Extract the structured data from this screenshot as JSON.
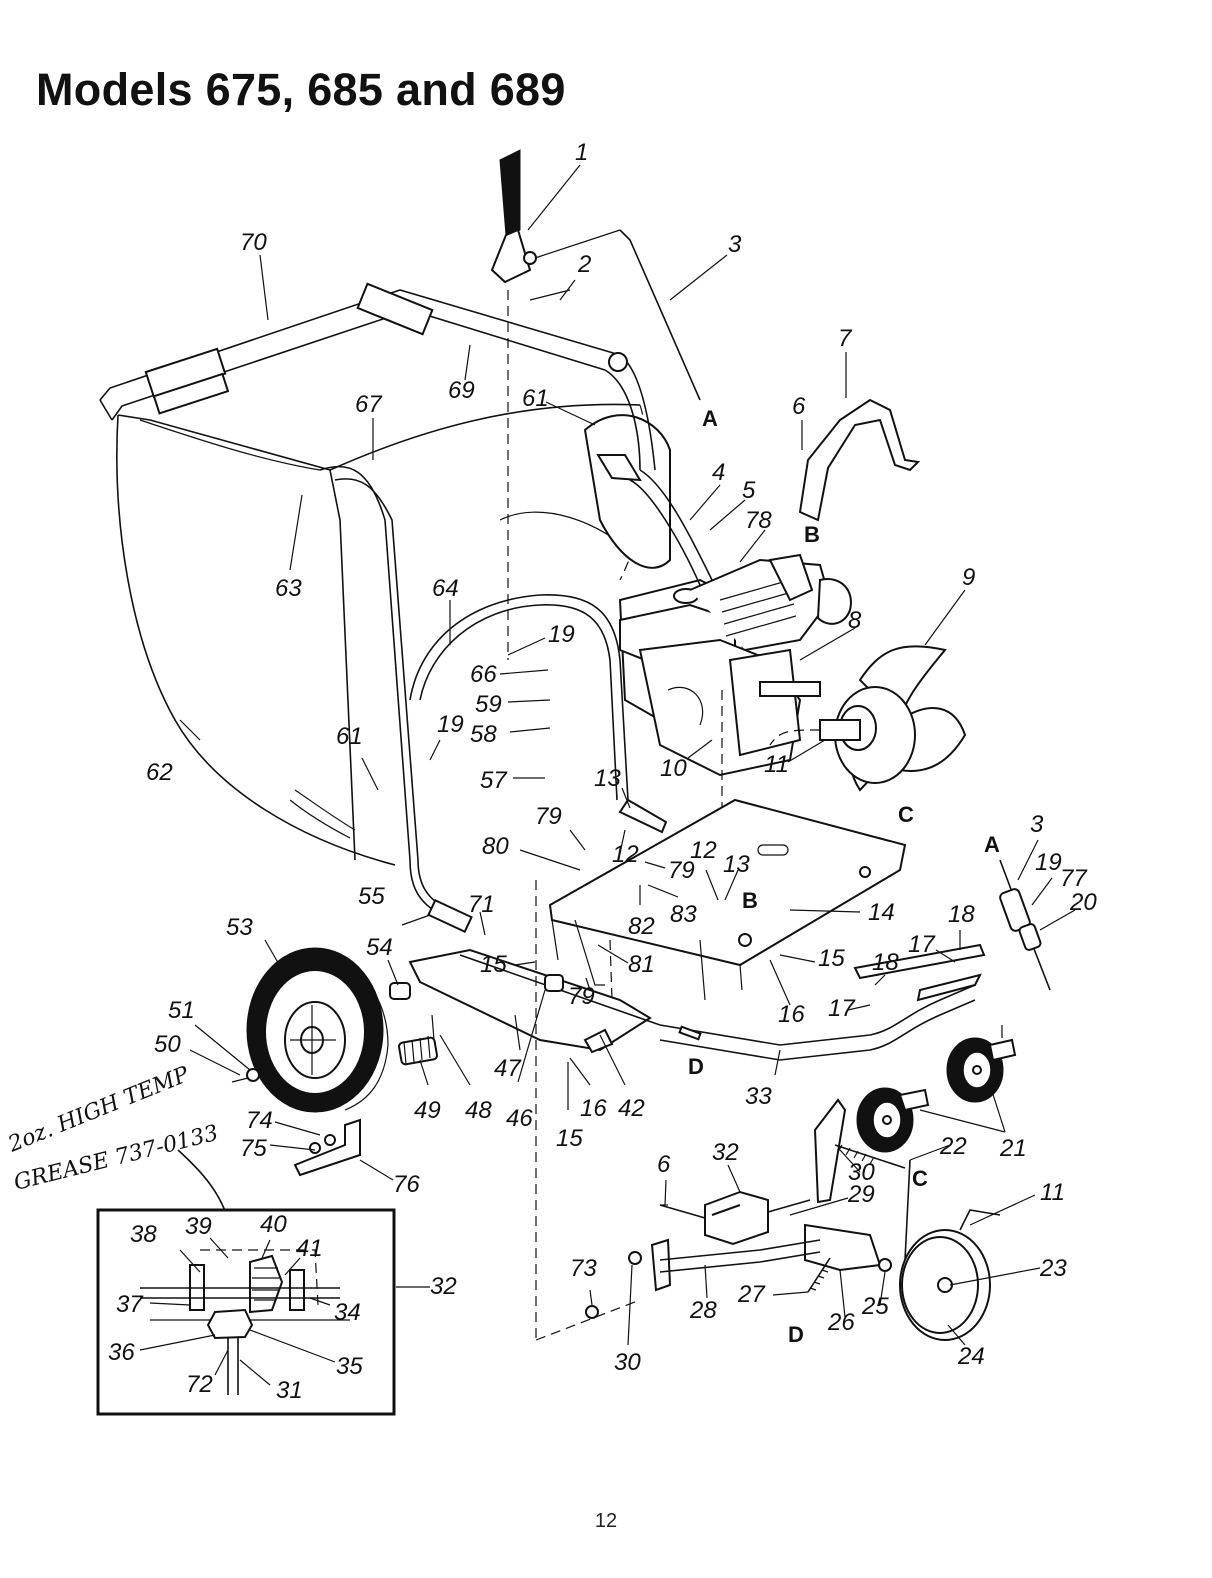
{
  "title": "Models 675, 685 and 689",
  "page_number": "12",
  "handwritten_note": [
    "2oz. HIGH TEMP",
    "GREASE 737-0133"
  ],
  "inset_ref": "32",
  "labels": [
    {
      "id": "1",
      "text": "1"
    },
    {
      "id": "2",
      "text": "2"
    },
    {
      "id": "3a",
      "text": "3"
    },
    {
      "id": "70",
      "text": "70"
    },
    {
      "id": "7",
      "text": "7"
    },
    {
      "id": "6a",
      "text": "6"
    },
    {
      "id": "69",
      "text": "69"
    },
    {
      "id": "67",
      "text": "67"
    },
    {
      "id": "61a",
      "text": "61"
    },
    {
      "id": "4",
      "text": "4"
    },
    {
      "id": "5",
      "text": "5"
    },
    {
      "id": "78",
      "text": "78"
    },
    {
      "id": "9",
      "text": "9"
    },
    {
      "id": "63",
      "text": "63"
    },
    {
      "id": "64",
      "text": "64"
    },
    {
      "id": "19a",
      "text": "19"
    },
    {
      "id": "8",
      "text": "8"
    },
    {
      "id": "66",
      "text": "66"
    },
    {
      "id": "59",
      "text": "59"
    },
    {
      "id": "58",
      "text": "58"
    },
    {
      "id": "19b",
      "text": "19"
    },
    {
      "id": "61b",
      "text": "61"
    },
    {
      "id": "62",
      "text": "62"
    },
    {
      "id": "57",
      "text": "57"
    },
    {
      "id": "13a",
      "text": "13"
    },
    {
      "id": "10",
      "text": "10"
    },
    {
      "id": "11a",
      "text": "11"
    },
    {
      "id": "79a",
      "text": "79"
    },
    {
      "id": "80",
      "text": "80"
    },
    {
      "id": "12a",
      "text": "12"
    },
    {
      "id": "79b",
      "text": "79"
    },
    {
      "id": "12b",
      "text": "12"
    },
    {
      "id": "13b",
      "text": "13"
    },
    {
      "id": "3b",
      "text": "3"
    },
    {
      "id": "19c",
      "text": "19"
    },
    {
      "id": "77",
      "text": "77"
    },
    {
      "id": "20",
      "text": "20"
    },
    {
      "id": "55",
      "text": "55"
    },
    {
      "id": "71",
      "text": "71"
    },
    {
      "id": "82",
      "text": "82"
    },
    {
      "id": "83",
      "text": "83"
    },
    {
      "id": "14",
      "text": "14"
    },
    {
      "id": "18a",
      "text": "18"
    },
    {
      "id": "53",
      "text": "53"
    },
    {
      "id": "54",
      "text": "54"
    },
    {
      "id": "15a",
      "text": "15"
    },
    {
      "id": "81",
      "text": "81"
    },
    {
      "id": "15b",
      "text": "15"
    },
    {
      "id": "17a",
      "text": "17"
    },
    {
      "id": "18b",
      "text": "18"
    },
    {
      "id": "79c",
      "text": "79"
    },
    {
      "id": "16a",
      "text": "16"
    },
    {
      "id": "17b",
      "text": "17"
    },
    {
      "id": "51",
      "text": "51"
    },
    {
      "id": "50",
      "text": "50"
    },
    {
      "id": "47",
      "text": "47"
    },
    {
      "id": "33",
      "text": "33"
    },
    {
      "id": "49",
      "text": "49"
    },
    {
      "id": "48",
      "text": "48"
    },
    {
      "id": "46",
      "text": "46"
    },
    {
      "id": "16b",
      "text": "16"
    },
    {
      "id": "42",
      "text": "42"
    },
    {
      "id": "15c",
      "text": "15"
    },
    {
      "id": "74",
      "text": "74"
    },
    {
      "id": "75",
      "text": "75"
    },
    {
      "id": "22",
      "text": "22"
    },
    {
      "id": "21",
      "text": "21"
    },
    {
      "id": "6b",
      "text": "6"
    },
    {
      "id": "32",
      "text": "32"
    },
    {
      "id": "30a",
      "text": "30"
    },
    {
      "id": "29",
      "text": "29"
    },
    {
      "id": "76",
      "text": "76"
    },
    {
      "id": "11b",
      "text": "11"
    },
    {
      "id": "73",
      "text": "73"
    },
    {
      "id": "27",
      "text": "27"
    },
    {
      "id": "28",
      "text": "28"
    },
    {
      "id": "26",
      "text": "26"
    },
    {
      "id": "25",
      "text": "25"
    },
    {
      "id": "23",
      "text": "23"
    },
    {
      "id": "30b",
      "text": "30"
    },
    {
      "id": "24",
      "text": "24"
    },
    {
      "id": "38",
      "text": "38"
    },
    {
      "id": "39",
      "text": "39"
    },
    {
      "id": "40",
      "text": "40"
    },
    {
      "id": "41",
      "text": "41"
    },
    {
      "id": "37",
      "text": "37"
    },
    {
      "id": "34",
      "text": "34"
    },
    {
      "id": "36",
      "text": "36"
    },
    {
      "id": "35",
      "text": "35"
    },
    {
      "id": "72",
      "text": "72"
    },
    {
      "id": "31",
      "text": "31"
    }
  ],
  "refs": [
    {
      "id": "A1",
      "text": "A"
    },
    {
      "id": "B1",
      "text": "B"
    },
    {
      "id": "C1",
      "text": "C"
    },
    {
      "id": "A2",
      "text": "A"
    },
    {
      "id": "B2",
      "text": "B"
    },
    {
      "id": "D1",
      "text": "D"
    },
    {
      "id": "C2",
      "text": "C"
    },
    {
      "id": "D2",
      "text": "D"
    }
  ]
}
